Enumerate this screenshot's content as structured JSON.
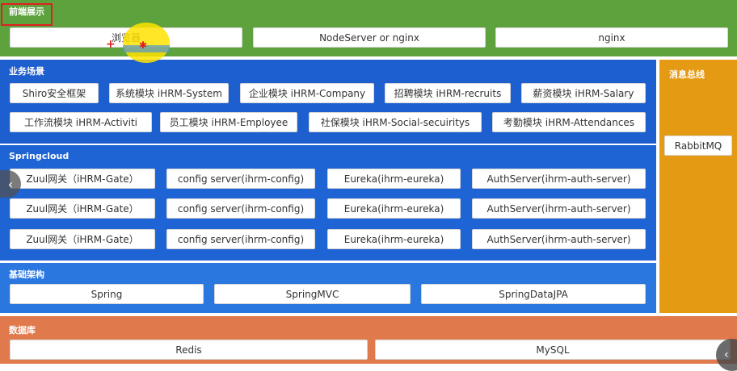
{
  "front": {
    "title": "前端展示",
    "items": [
      "浏览器",
      "NodeServer or nginx",
      "nginx"
    ]
  },
  "biz": {
    "title": "业务场景",
    "row1": [
      "Shiro安全框架",
      "系统模块 iHRM-System",
      "企业模块 iHRM-Company",
      "招聘模块 iHRM-recruits",
      "薪资模块 iHRM-Salary"
    ],
    "row2": [
      "工作流模块 iHRM-Activiti",
      "员工模块 iHRM-Employee",
      "社保模块 iHRM-Social-secuiritys",
      "考勤模块 iHRM-Attendances"
    ]
  },
  "springcloud": {
    "title": "Springcloud",
    "rows": [
      [
        "Zuul网关（iHRM-Gate）",
        "config server(ihrm-config)",
        "Eureka(ihrm-eureka)",
        "AuthServer(ihrm-auth-server)"
      ],
      [
        "Zuul网关（iHRM-Gate）",
        "config server(ihrm-config)",
        "Eureka(ihrm-eureka)",
        "AuthServer(ihrm-auth-server)"
      ],
      [
        "Zuul网关（iHRM-Gate）",
        "config server(ihrm-config)",
        "Eureka(ihrm-eureka)",
        "AuthServer(ihrm-auth-server)"
      ]
    ]
  },
  "infra": {
    "title": "基础架构",
    "items": [
      "Spring",
      "SpringMVC",
      "SpringDataJPA"
    ]
  },
  "mq": {
    "title": "消息总线",
    "item": "RabbitMQ"
  },
  "db": {
    "title": "数据库",
    "items": [
      "Redis",
      "MySQL"
    ]
  },
  "nav": {
    "prev_icon": "‹",
    "next_icon": "‹"
  },
  "colors": {
    "front": "#5da23c",
    "biz": "#1e5fcf",
    "springcloud": "#1f64d5",
    "infra": "#2a77e0",
    "mq": "#e59a13",
    "db": "#e07a4c"
  }
}
